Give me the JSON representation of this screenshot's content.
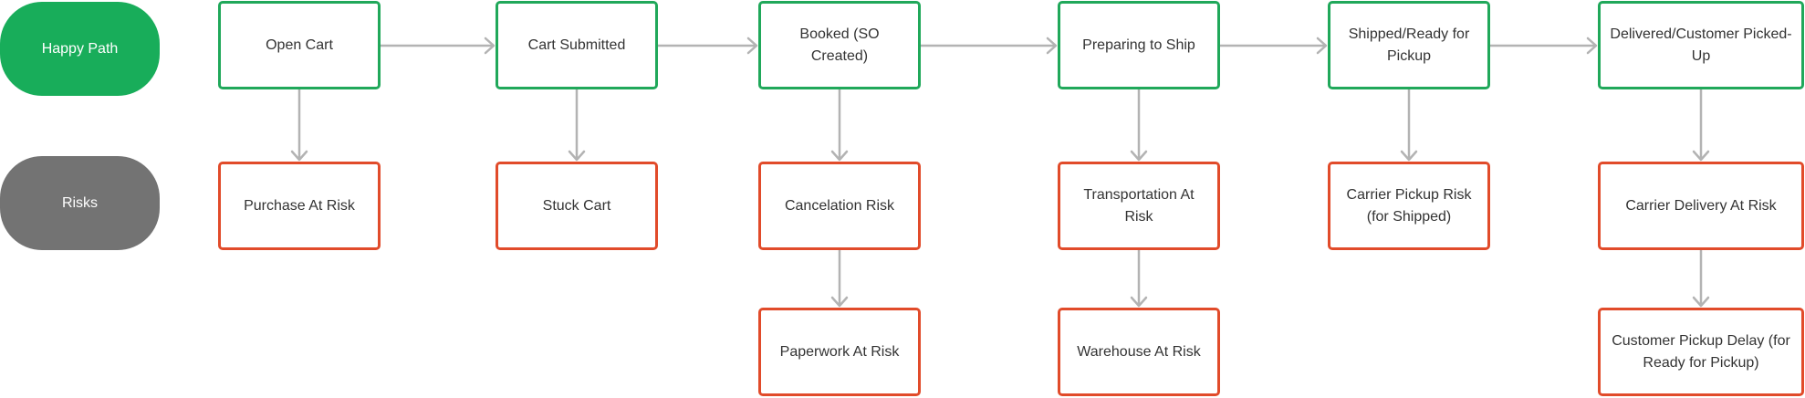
{
  "lanes": {
    "happy_label": "Happy Path",
    "risks_label": "Risks"
  },
  "colors": {
    "happy": "#20a85a",
    "risk": "#e14b2a",
    "lane_happy": "#18ad5a",
    "lane_risks": "#737373",
    "arrow": "#b3b3b3"
  },
  "happy_path": [
    "Open Cart",
    "Cart Submitted",
    "Booked (SO Created)",
    "Preparing to Ship",
    "Shipped/Ready for Pickup",
    "Delivered/Customer Picked-Up"
  ],
  "risks": [
    [
      "Purchase At Risk"
    ],
    [
      "Stuck Cart"
    ],
    [
      "Cancelation Risk",
      "Paperwork At Risk"
    ],
    [
      "Transportation At Risk",
      "Warehouse At Risk"
    ],
    [
      "Carrier Pickup Risk (for Shipped)"
    ],
    [
      "Carrier Delivery At Risk",
      "Customer Pickup Delay (for Ready for Pickup)"
    ]
  ]
}
